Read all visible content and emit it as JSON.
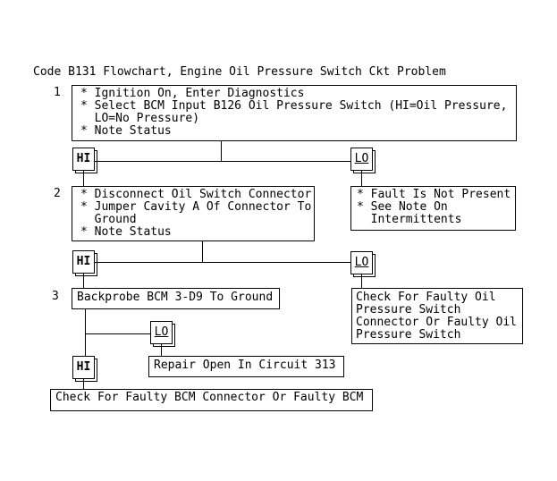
{
  "title": "Code B131 Flowchart, Engine Oil Pressure Switch Ckt Problem",
  "labels": {
    "hi": "HI",
    "lo": "LO"
  },
  "colors": {
    "ink": "#000000",
    "background": "#ffffff"
  },
  "steps": [
    {
      "number": "1",
      "lines": [
        "* Ignition On, Enter Diagnostics",
        "* Select BCM Input B126 Oil Pressure Switch (HI=Oil Pressure,",
        "  LO=No Pressure)",
        "* Note Status"
      ]
    },
    {
      "number": "2",
      "lines": [
        "* Disconnect Oil Switch Connector",
        "* Jumper Cavity A Of Connector To",
        "  Ground",
        "* Note Status"
      ]
    },
    {
      "number": "3",
      "lines": [
        "Backprobe BCM 3-D9 To Ground"
      ]
    }
  ],
  "results": {
    "fault_not_present": [
      "* Fault Is Not Present",
      "* See Note On",
      "  Intermittents"
    ],
    "faulty_oil_switch": [
      "Check For Faulty Oil",
      "Pressure Switch",
      "Connector Or Faulty Oil",
      "Pressure Switch"
    ],
    "repair_open": [
      "Repair Open In Circuit 313"
    ],
    "faulty_bcm": [
      "Check For Faulty BCM Connector Or Faulty BCM"
    ]
  }
}
